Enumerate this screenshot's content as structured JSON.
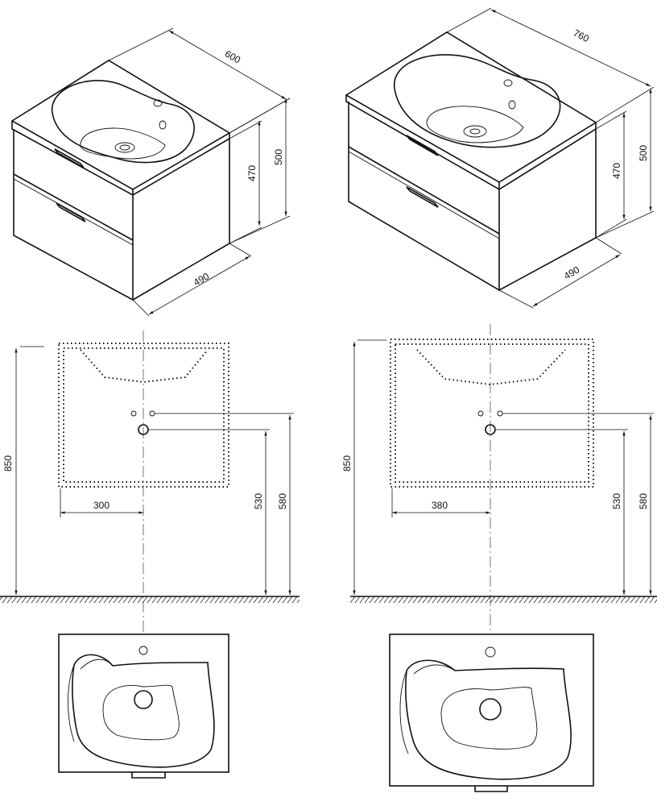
{
  "small_unit": {
    "iso": {
      "width": "600",
      "total_height": "500",
      "cabinet_height": "470",
      "depth": "490"
    },
    "front": {
      "mount_height": "850",
      "drain_offset": "300",
      "drain_height": "530",
      "tap_height": "580"
    }
  },
  "large_unit": {
    "iso": {
      "width": "760",
      "total_height": "500",
      "cabinet_height": "470",
      "depth": "490"
    },
    "front": {
      "mount_height": "850",
      "drain_offset": "380",
      "drain_height": "530",
      "tap_height": "580"
    }
  }
}
